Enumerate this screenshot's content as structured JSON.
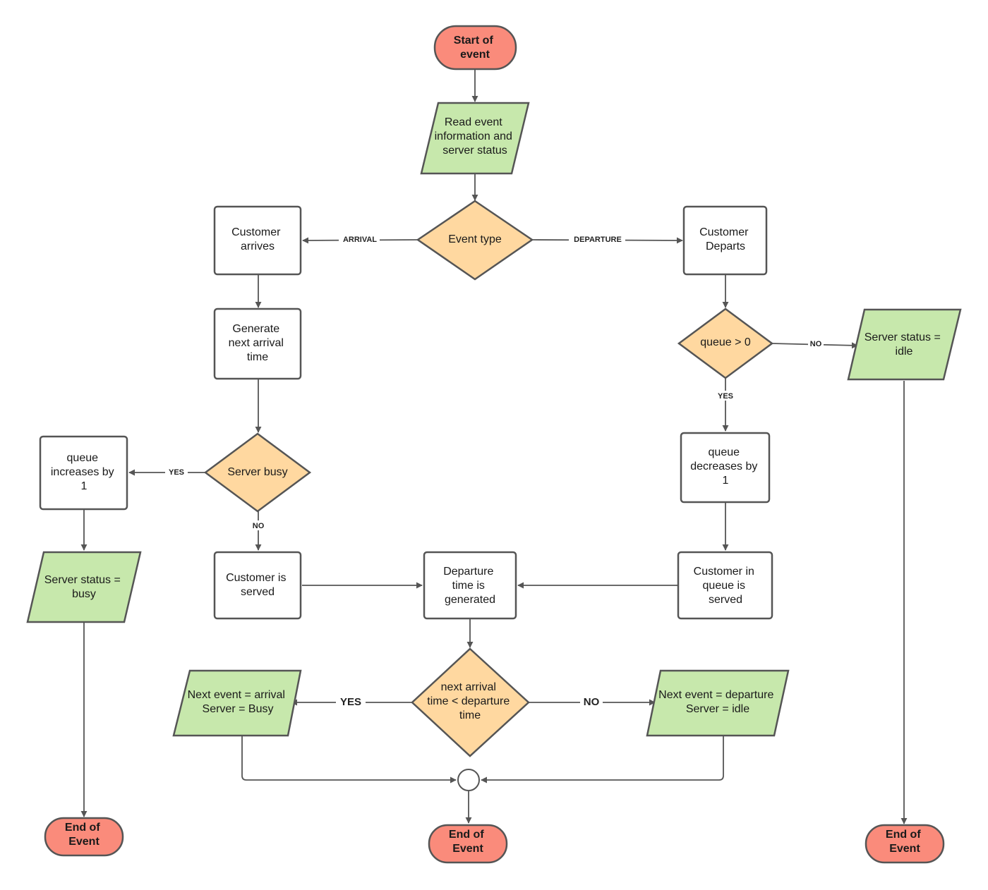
{
  "nodes": {
    "start": {
      "lines": [
        "Start of",
        "event"
      ]
    },
    "read": {
      "lines": [
        "Read event",
        "information and",
        "server status"
      ]
    },
    "event_type": {
      "lines": [
        "Event type"
      ]
    },
    "cust_arrives": {
      "lines": [
        "Customer",
        "arrives"
      ]
    },
    "cust_departs": {
      "lines": [
        "Customer",
        "Departs"
      ]
    },
    "gen_arrival": {
      "lines": [
        "Generate",
        "next arrival",
        "time"
      ]
    },
    "queue_gt0": {
      "lines": [
        "queue > 0"
      ]
    },
    "status_idle": {
      "lines": [
        "Server status =",
        "idle"
      ]
    },
    "server_busy": {
      "lines": [
        "Server busy"
      ]
    },
    "queue_inc": {
      "lines": [
        "queue",
        "increases by",
        "1"
      ]
    },
    "queue_dec": {
      "lines": [
        "queue",
        "decreases by",
        "1"
      ]
    },
    "status_busy": {
      "lines": [
        "Server status =",
        "busy"
      ]
    },
    "cust_served": {
      "lines": [
        "Customer is",
        "served"
      ]
    },
    "dep_generated": {
      "lines": [
        "Departure",
        "time is",
        "generated"
      ]
    },
    "cust_queue_served": {
      "lines": [
        "Customer in",
        "queue is",
        "served"
      ]
    },
    "next_arr_cmp": {
      "lines": [
        "next arrival",
        "time < departure",
        "time"
      ]
    },
    "next_arrival": {
      "lines": [
        "Next event = arrival",
        "Server = Busy"
      ]
    },
    "next_departure": {
      "lines": [
        "Next event = departure",
        "Server = idle"
      ]
    },
    "end_left": {
      "lines": [
        "End of",
        "Event"
      ]
    },
    "end_mid": {
      "lines": [
        "End of",
        "Event"
      ]
    },
    "end_right": {
      "lines": [
        "End of",
        "Event"
      ]
    }
  },
  "edge_labels": {
    "arrival": "ARRIVAL",
    "departure": "DEPARTURE",
    "queue_no": "NO",
    "queue_yes": "YES",
    "busy_yes": "YES",
    "busy_no": "NO",
    "cmp_yes": "YES",
    "cmp_no": "NO"
  },
  "colors": {
    "terminal": "#fa8b7b",
    "io": "#c7e8ac",
    "decision": "#ffd8a0",
    "process": "#ffffff",
    "stroke": "#555555"
  }
}
